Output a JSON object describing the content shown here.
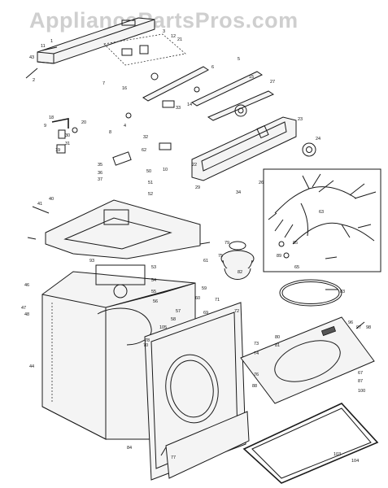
{
  "watermark": "AppliancePartsPros.com",
  "part_labels": [
    {
      "id": "p1",
      "text": "1"
    },
    {
      "id": "p2",
      "text": "2"
    },
    {
      "id": "p3",
      "text": "3"
    },
    {
      "id": "p4",
      "text": "4"
    },
    {
      "id": "p5",
      "text": "5"
    },
    {
      "id": "p6",
      "text": "6"
    },
    {
      "id": "p7",
      "text": "7"
    },
    {
      "id": "p8",
      "text": "8"
    },
    {
      "id": "p9",
      "text": "9"
    },
    {
      "id": "p10",
      "text": "10"
    },
    {
      "id": "p11",
      "text": "11"
    },
    {
      "id": "p12",
      "text": "12"
    },
    {
      "id": "p14",
      "text": "14"
    },
    {
      "id": "p15",
      "text": "15"
    },
    {
      "id": "p16",
      "text": "16"
    },
    {
      "id": "p18",
      "text": "18"
    },
    {
      "id": "p19",
      "text": "19"
    },
    {
      "id": "p20",
      "text": "20"
    },
    {
      "id": "p21",
      "text": "21"
    },
    {
      "id": "p22",
      "text": "22"
    },
    {
      "id": "p23",
      "text": "23"
    },
    {
      "id": "p24",
      "text": "24"
    },
    {
      "id": "p26",
      "text": "26"
    },
    {
      "id": "p27",
      "text": "27"
    },
    {
      "id": "p29",
      "text": "29"
    },
    {
      "id": "p30",
      "text": "30"
    },
    {
      "id": "p31",
      "text": "31"
    },
    {
      "id": "p32",
      "text": "32"
    },
    {
      "id": "p33",
      "text": "33"
    },
    {
      "id": "p34",
      "text": "34"
    },
    {
      "id": "p35",
      "text": "35"
    },
    {
      "id": "p36",
      "text": "36"
    },
    {
      "id": "p37",
      "text": "37"
    },
    {
      "id": "p40",
      "text": "40"
    },
    {
      "id": "p41",
      "text": "41"
    },
    {
      "id": "p43",
      "text": "43"
    },
    {
      "id": "p44",
      "text": "44"
    },
    {
      "id": "p46",
      "text": "46"
    },
    {
      "id": "p47",
      "text": "47"
    },
    {
      "id": "p48",
      "text": "48"
    },
    {
      "id": "p50",
      "text": "50"
    },
    {
      "id": "p51",
      "text": "51"
    },
    {
      "id": "p52",
      "text": "52"
    },
    {
      "id": "p53",
      "text": "53"
    },
    {
      "id": "p54",
      "text": "54"
    },
    {
      "id": "p55",
      "text": "55"
    },
    {
      "id": "p56",
      "text": "56"
    },
    {
      "id": "p57",
      "text": "57"
    },
    {
      "id": "p58",
      "text": "58"
    },
    {
      "id": "p59",
      "text": "59"
    },
    {
      "id": "p60",
      "text": "60"
    },
    {
      "id": "p61",
      "text": "61"
    },
    {
      "id": "p62",
      "text": "62"
    },
    {
      "id": "p63",
      "text": "63"
    },
    {
      "id": "p65",
      "text": "65"
    },
    {
      "id": "p67",
      "text": "67"
    },
    {
      "id": "p69",
      "text": "69"
    },
    {
      "id": "p70",
      "text": "70"
    },
    {
      "id": "p71",
      "text": "71"
    },
    {
      "id": "p72",
      "text": "72"
    },
    {
      "id": "p73",
      "text": "73"
    },
    {
      "id": "p74",
      "text": "74"
    },
    {
      "id": "p75",
      "text": "75"
    },
    {
      "id": "p76",
      "text": "76"
    },
    {
      "id": "p77",
      "text": "77"
    },
    {
      "id": "p78",
      "text": "78"
    },
    {
      "id": "p79",
      "text": "79"
    },
    {
      "id": "p80",
      "text": "80"
    },
    {
      "id": "p81",
      "text": "81"
    },
    {
      "id": "p82",
      "text": "82"
    },
    {
      "id": "p83",
      "text": "83"
    },
    {
      "id": "p84",
      "text": "84"
    },
    {
      "id": "p85",
      "text": "85"
    },
    {
      "id": "p87",
      "text": "87"
    },
    {
      "id": "p88",
      "text": "88"
    },
    {
      "id": "p89",
      "text": "89"
    },
    {
      "id": "p93",
      "text": "93"
    },
    {
      "id": "p96",
      "text": "96"
    },
    {
      "id": "p97",
      "text": "97"
    },
    {
      "id": "p98",
      "text": "98"
    },
    {
      "id": "p100",
      "text": "100"
    },
    {
      "id": "p103",
      "text": "103"
    },
    {
      "id": "p104",
      "text": "104"
    },
    {
      "id": "p105",
      "text": "105"
    }
  ]
}
